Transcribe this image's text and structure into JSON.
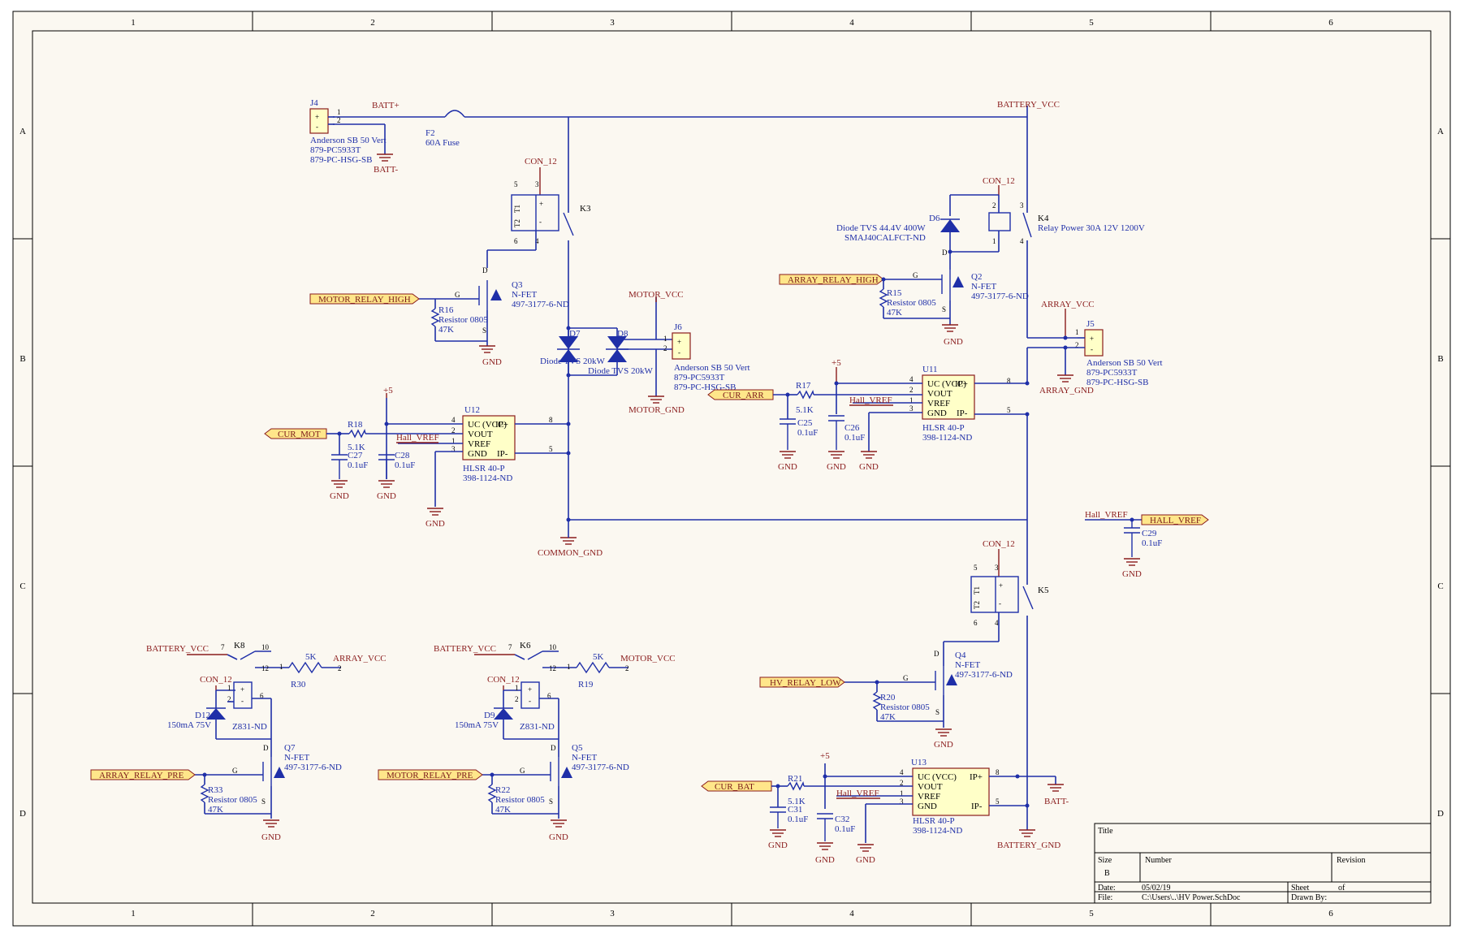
{
  "frame": {
    "cols": [
      "1",
      "2",
      "3",
      "4",
      "5",
      "6"
    ],
    "rows": [
      "A",
      "B",
      "C",
      "D"
    ]
  },
  "title_block": {
    "title_label": "Title",
    "size_label": "Size",
    "size_value": "B",
    "number_label": "Number",
    "revision_label": "Revision",
    "date_label": "Date:",
    "date_value": "05/02/19",
    "sheet_label": "Sheet",
    "of_label": "of",
    "file_label": "File:",
    "file_value": "C:\\Users\\..\\HV Power.SchDoc",
    "drawn_label": "Drawn By:"
  },
  "nets": {
    "batt_plus": "BATT+",
    "batt_minus": "BATT-",
    "battery_vcc": "BATTERY_VCC",
    "battery_gnd": "BATTERY_GND",
    "con12": "CON_12",
    "motor_vcc": "MOTOR_VCC",
    "motor_gnd": "MOTOR_GND",
    "array_vcc": "ARRAY_VCC",
    "array_gnd": "ARRAY_GND",
    "common_gnd": "COMMON_GND",
    "gnd": "GND",
    "plus5": "+5",
    "hall_vref": "Hall_VREF"
  },
  "ports": {
    "motor_relay_high": "MOTOR_RELAY_HIGH",
    "array_relay_high": "ARRAY_RELAY_HIGH",
    "cur_mot": "CUR_MOT",
    "cur_arr": "CUR_ARR",
    "cur_bat": "CUR_BAT",
    "hall_vref": "HALL_VREF",
    "hv_relay_low": "HV_RELAY_LOW",
    "array_relay_pre": "ARRAY_RELAY_PRE",
    "motor_relay_pre": "MOTOR_RELAY_PRE"
  },
  "parts": {
    "J4": {
      "ref": "J4",
      "l1": "Anderson SB 50 Vert",
      "l2": "879-PC5933T",
      "l3": "879-PC-HSG-SB"
    },
    "J5": {
      "ref": "J5",
      "l1": "Anderson SB 50 Vert",
      "l2": "879-PC5933T",
      "l3": "879-PC-HSG-SB"
    },
    "J6": {
      "ref": "J6",
      "l1": "Anderson SB 50 Vert",
      "l2": "879-PC5933T",
      "l3": "879-PC-HSG-SB"
    },
    "F2": {
      "ref": "F2",
      "value": "60A Fuse"
    },
    "K3": {
      "ref": "K3"
    },
    "K4": {
      "ref": "K4",
      "value": "Relay Power 30A 12V 1200V"
    },
    "K5": {
      "ref": "K5"
    },
    "K6": {
      "ref": "K6"
    },
    "K8": {
      "ref": "K8"
    },
    "D6": {
      "ref": "D6",
      "l1": "Diode TVS 44.4V 400W",
      "l2": "SMAJ40CALFCT-ND"
    },
    "D7": {
      "ref": "D7",
      "value": "Diode TVS 20kW"
    },
    "D8": {
      "ref": "D8",
      "value": "Diode TVS 20kW"
    },
    "D9": {
      "ref": "D9",
      "value": "150mA 75V"
    },
    "D12": {
      "ref": "D12",
      "value": "150mA 75V"
    },
    "Q2": {
      "ref": "Q2",
      "type": "N-FET",
      "pn": "497-3177-6-ND"
    },
    "Q3": {
      "ref": "Q3",
      "type": "N-FET",
      "pn": "497-3177-6-ND"
    },
    "Q4": {
      "ref": "Q4",
      "type": "N-FET",
      "pn": "497-3177-6-ND"
    },
    "Q5": {
      "ref": "Q5",
      "type": "N-FET",
      "pn": "497-3177-6-ND"
    },
    "Q7": {
      "ref": "Q7",
      "type": "N-FET",
      "pn": "497-3177-6-ND"
    },
    "R15": {
      "ref": "R15",
      "type": "Resistor 0805",
      "value": "47K"
    },
    "R16": {
      "ref": "R16",
      "type": "Resistor 0805",
      "value": "47K"
    },
    "R20": {
      "ref": "R20",
      "type": "Resistor 0805",
      "value": "47K"
    },
    "R22": {
      "ref": "R22",
      "type": "Resistor 0805",
      "value": "47K"
    },
    "R33": {
      "ref": "R33",
      "type": "Resistor 0805",
      "value": "47K"
    },
    "R17": {
      "ref": "R17",
      "value": "5.1K"
    },
    "R18": {
      "ref": "R18",
      "value": "5.1K"
    },
    "R21": {
      "ref": "R21",
      "value": "5.1K"
    },
    "R19": {
      "ref": "R19",
      "value": "5K"
    },
    "R30": {
      "ref": "R30",
      "value": "5K"
    },
    "C25": {
      "ref": "C25",
      "value": "0.1uF"
    },
    "C26": {
      "ref": "C26",
      "value": "0.1uF"
    },
    "C27": {
      "ref": "C27",
      "value": "0.1uF"
    },
    "C28": {
      "ref": "C28",
      "value": "0.1uF"
    },
    "C29": {
      "ref": "C29",
      "value": "0.1uF"
    },
    "C31": {
      "ref": "C31",
      "value": "0.1uF"
    },
    "C32": {
      "ref": "C32",
      "value": "0.1uF"
    },
    "U11": {
      "ref": "U11",
      "value": "HLSR 40-P",
      "pn": "398-1124-ND"
    },
    "U12": {
      "ref": "U12",
      "value": "HLSR 40-P",
      "pn": "398-1124-ND"
    },
    "U13": {
      "ref": "U13",
      "value": "HLSR 40-P",
      "pn": "398-1124-ND"
    },
    "Z831": {
      "value": "Z831-ND"
    }
  },
  "hlsr_pins": {
    "vcc": "UC (VCC)",
    "vout": "VOUT",
    "vref": "VREF",
    "gnd": "GND",
    "ip_plus": "IP+",
    "ip_minus": "IP-"
  },
  "pins": {
    "p1": "1",
    "p2": "2",
    "p3": "3",
    "p4": "4",
    "p5": "5",
    "p6": "6",
    "p7": "7",
    "p8": "8",
    "p10": "10",
    "p12": "12",
    "g": "G",
    "d": "D",
    "s": "S",
    "plus": "+",
    "minus": "-",
    "t1": "T1",
    "t2": "T2"
  },
  "colors": {
    "wire": "#1f2fa8",
    "power": "#8a1c1c",
    "port_fill": "#ffe68a",
    "ic_fill": "#ffffc8"
  }
}
